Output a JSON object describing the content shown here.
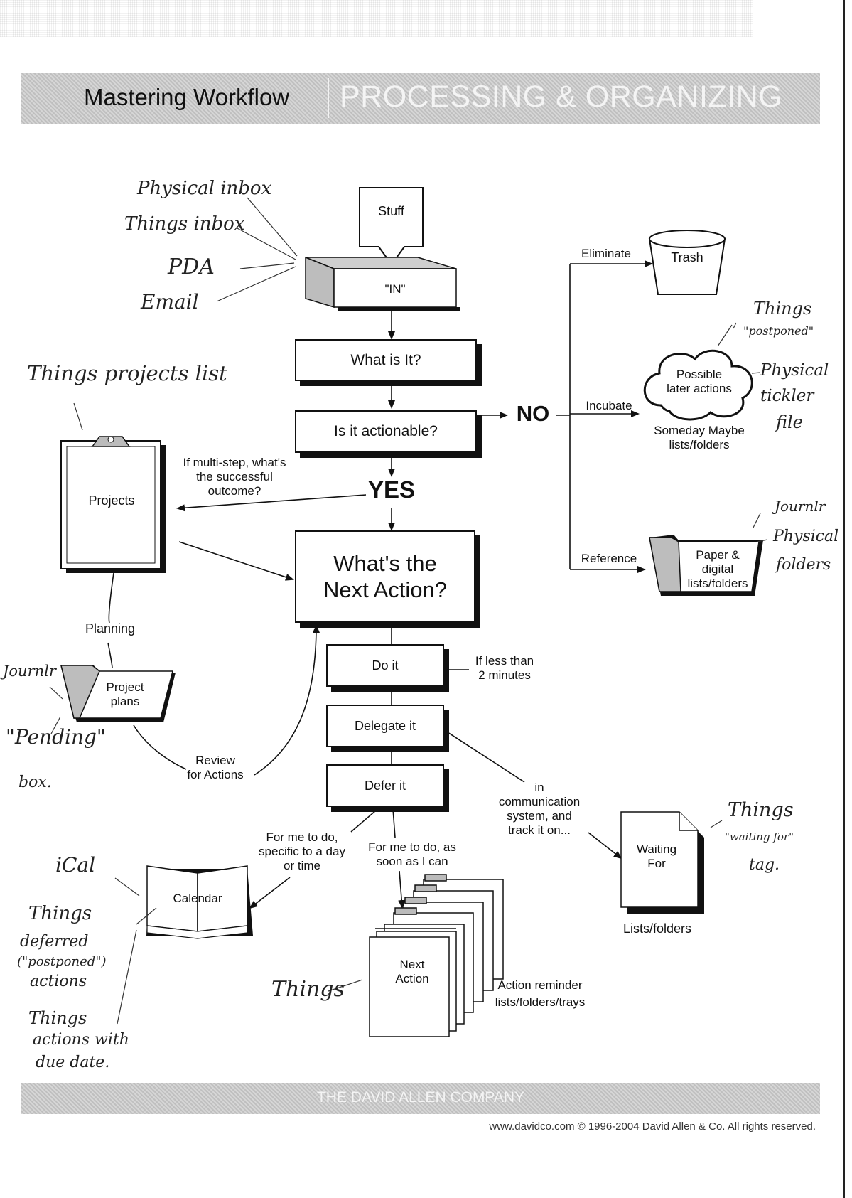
{
  "header": {
    "title": "Mastering Workflow",
    "subtitle": "PROCESSING & ORGANIZING"
  },
  "footer": {
    "company": "THE DAVID ALLEN COMPANY",
    "copyright": "www.davidco.com  © 1996-2004 David Allen & Co. All rights reserved."
  },
  "flow": {
    "stuff": "Stuff",
    "in": "\"IN\"",
    "what_is_it": "What is It?",
    "actionable": "Is it  actionable?",
    "no": "NO",
    "yes": "YES",
    "next_action_line1": "What's the",
    "next_action_line2": "Next Action?",
    "do_it": "Do it",
    "delegate_it": "Delegate it",
    "defer_it": "Defer it",
    "less_than_1": "If less than",
    "less_than_2": "2 minutes"
  },
  "branches": {
    "eliminate": "Eliminate",
    "trash": "Trash",
    "incubate": "Incubate",
    "possible_1": "Possible",
    "possible_2": "later actions",
    "someday_1": "Someday Maybe",
    "someday_2": "lists/folders",
    "reference": "Reference",
    "paper_1": "Paper &",
    "paper_2": "digital",
    "paper_3": "lists/folders"
  },
  "projects": {
    "label": "Projects",
    "multistep_1": "If multi-step, what's",
    "multistep_2": "the successful",
    "multistep_3": "outcome?",
    "planning": "Planning",
    "plans_1": "Project",
    "plans_2": "plans",
    "review_1": "Review",
    "review_2": "for Actions"
  },
  "outputs": {
    "comm_1": "in",
    "comm_2": "communication",
    "comm_3": "system, and",
    "comm_4": "track it on...",
    "waiting_1": "Waiting",
    "waiting_2": "For",
    "lists_folders": "Lists/folders",
    "me_day_1": "For me to do,",
    "me_day_2": "specific to a day",
    "me_day_3": "or time",
    "me_soon_1": "For me to do, as",
    "me_soon_2": "soon as I can",
    "calendar": "Calendar",
    "next_1": "Next",
    "next_2": "Action",
    "reminder_1": "Action reminder",
    "reminder_2": "lists/folders/trays"
  },
  "handwritten": {
    "physical_inbox": "Physical inbox",
    "things_inbox": "Things inbox",
    "pda": "PDA",
    "email": "Email",
    "things_projects": "Things projects list",
    "journlr_left": "Journlr",
    "pending_1": "\"Pending\"",
    "pending_2": "box.",
    "things_postponed_1": "Things",
    "things_postponed_2": "\"postponed\"",
    "tickler_1": "Physical",
    "tickler_2": "tickler",
    "tickler_3": "file",
    "journlr_right": "Journlr",
    "phys_folders_1": "Physical",
    "phys_folders_2": "folders",
    "waiting_tag_1": "Things",
    "waiting_tag_2": "\"waiting for\"",
    "waiting_tag_3": "tag.",
    "ical": "iCal",
    "deferred_1": "Things",
    "deferred_2": "deferred",
    "deferred_3": "(\"postponed\")",
    "deferred_4": "actions",
    "due_1": "Things",
    "due_2": "actions with",
    "due_3": "due date.",
    "things_next": "Things"
  }
}
